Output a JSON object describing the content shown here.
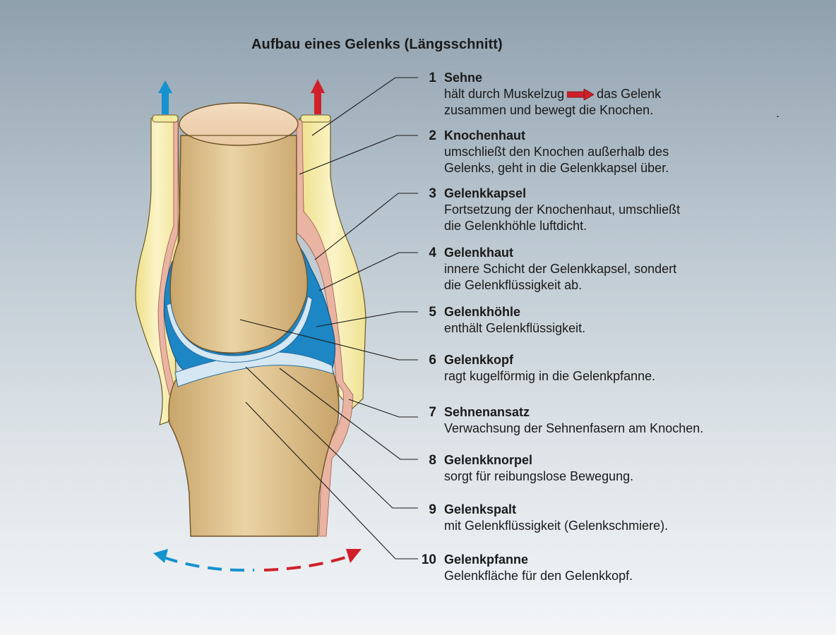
{
  "title": "Aufbau eines Gelenks (Längsschnitt)",
  "colors": {
    "bone": "#e3c590",
    "cartilage": "#d4e7f3",
    "cavity": "#1d86c4",
    "tendon": "#f4eaa0",
    "periosteum": "#eab4a3",
    "arrow_blue": "#1592cf",
    "arrow_red": "#d0202a"
  },
  "labels": [
    {
      "num": "1",
      "name": "Sehne",
      "desc1_a": "hält durch Muskelzug",
      "desc1_b": "das Gelenk",
      "desc2": "zusammen und bewegt die Knochen."
    },
    {
      "num": "2",
      "name": "Knochenhaut",
      "desc1": "umschließt den Knochen außerhalb des",
      "desc2": "Gelenks, geht in die Gelenkkapsel über."
    },
    {
      "num": "3",
      "name": "Gelenkkapsel",
      "desc1": "Fortsetzung der Knochenhaut, umschließt",
      "desc2": "die Gelenkhöhle luftdicht."
    },
    {
      "num": "4",
      "name": "Gelenkhaut",
      "desc1": "innere Schicht der Gelenkkapsel, sondert",
      "desc2": "die Gelenkflüssigkeit ab."
    },
    {
      "num": "5",
      "name": "Gelenkhöhle",
      "desc1": "enthält Gelenkflüssigkeit."
    },
    {
      "num": "6",
      "name": "Gelenkkopf",
      "desc1": "ragt kugelförmig in die Gelenkpfanne."
    },
    {
      "num": "7",
      "name": "Sehnenansatz",
      "desc1": "Verwachsung der Sehnenfasern am Knochen."
    },
    {
      "num": "8",
      "name": "Gelenkknorpel",
      "desc1": "sorgt für reibungslose Bewegung."
    },
    {
      "num": "9",
      "name": "Gelenkspalt",
      "desc1": "mit Gelenkflüssigkeit (Gelenkschmiere)."
    },
    {
      "num": "10",
      "name": "Gelenkpfanne",
      "desc1": "Gelenkfläche für den Gelenkkopf."
    }
  ],
  "stray_mark": "."
}
